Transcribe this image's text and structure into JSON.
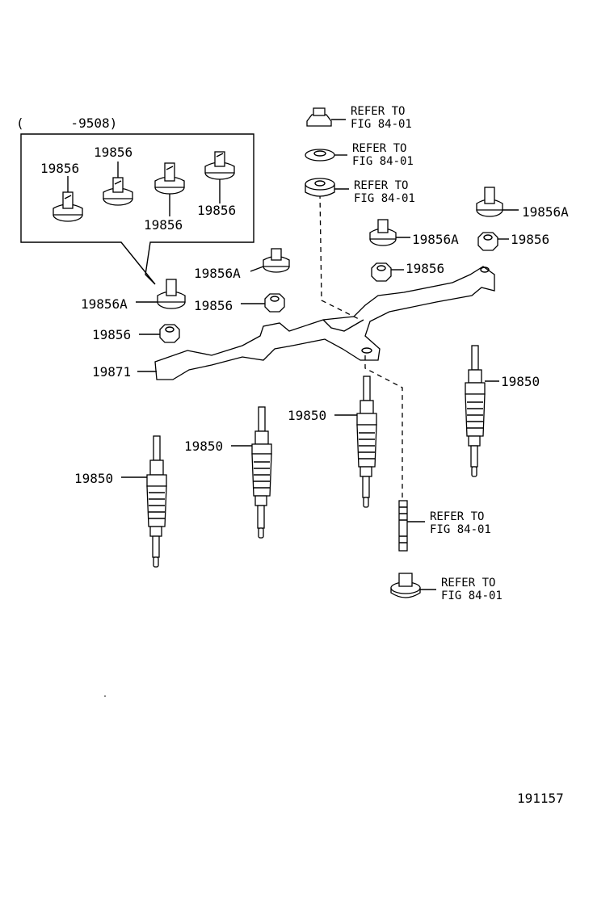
{
  "inset": {
    "date_range": "(      -9508)"
  },
  "labels": {
    "inset_a": "19856",
    "inset_b": "19856",
    "inset_c": "19856",
    "inset_d": "19856",
    "p_19856A_left": "19856A",
    "p_19856A_mid": "19856A",
    "p_19856_nut_mid": "19856",
    "p_19856_nut_left": "19856",
    "p_19871": "19871",
    "p_19856A_right_top": "19856A",
    "p_19856A_center": "19856A",
    "p_19856_nut_right": "19856",
    "p_19856_nut_center": "19856",
    "plug_1": "19850",
    "plug_2": "19850",
    "plug_3": "19850",
    "plug_4": "19850"
  },
  "refs": {
    "ref_nut": [
      "REFER TO",
      "FIG 84-01"
    ],
    "ref_washer": [
      "REFER TO",
      "FIG 84-01"
    ],
    "ref_spacer": [
      "REFER TO",
      "FIG 84-01"
    ],
    "ref_stud": [
      "REFER TO",
      "FIG 84-01"
    ],
    "ref_flange_nut": [
      "REFER TO",
      "FIG 84-01"
    ]
  },
  "figure_number": "191157"
}
